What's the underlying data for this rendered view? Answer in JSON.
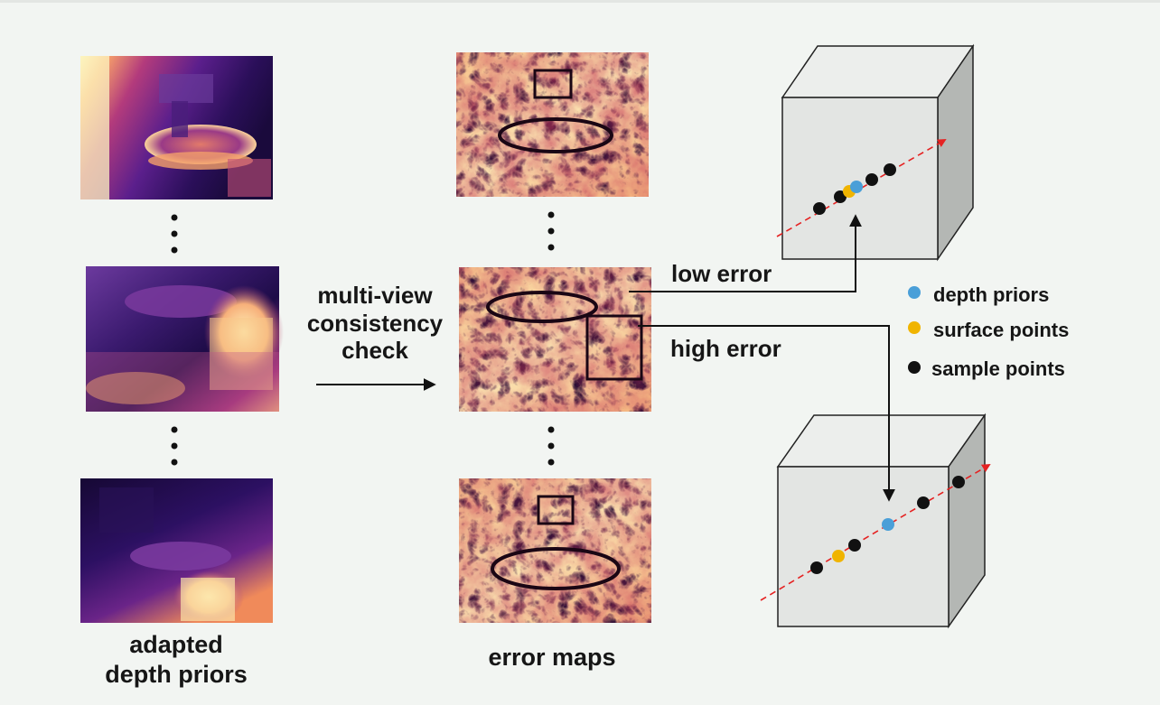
{
  "labels": {
    "adapted_line1": "adapted",
    "adapted_line2": "depth priors",
    "check_line1": "multi-view",
    "check_line2": "consistency",
    "check_line3": "check",
    "error_maps": "error maps",
    "low_error": "low error",
    "high_error": "high error"
  },
  "legend": [
    {
      "label": "depth priors",
      "color": "#4a9fd8"
    },
    {
      "label": "surface points",
      "color": "#f0b400"
    },
    {
      "label": "sample points",
      "color": "#111111"
    }
  ],
  "colors": {
    "background": "#f2f5f2",
    "cube_front": "#e3e5e3",
    "cube_top": "#eceeec",
    "cube_side": "#b4b7b4",
    "ray": "#e52222",
    "depth_palette_dark": "#1a0a3c",
    "depth_palette_light": "#fcf6bc"
  }
}
